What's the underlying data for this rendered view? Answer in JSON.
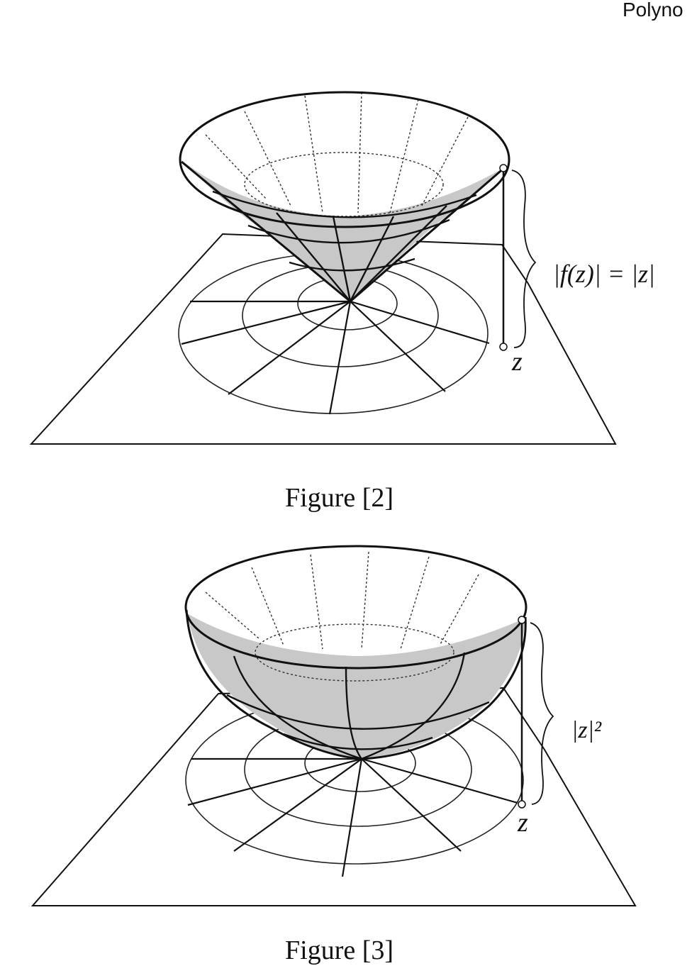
{
  "running_head": "Polyno",
  "figure2": {
    "caption": "Figure [2]",
    "height_label": "|f(z)| = |z|",
    "point_label": "z"
  },
  "figure3": {
    "caption": "Figure [3]",
    "height_label": "|z|²",
    "point_label": "z"
  }
}
